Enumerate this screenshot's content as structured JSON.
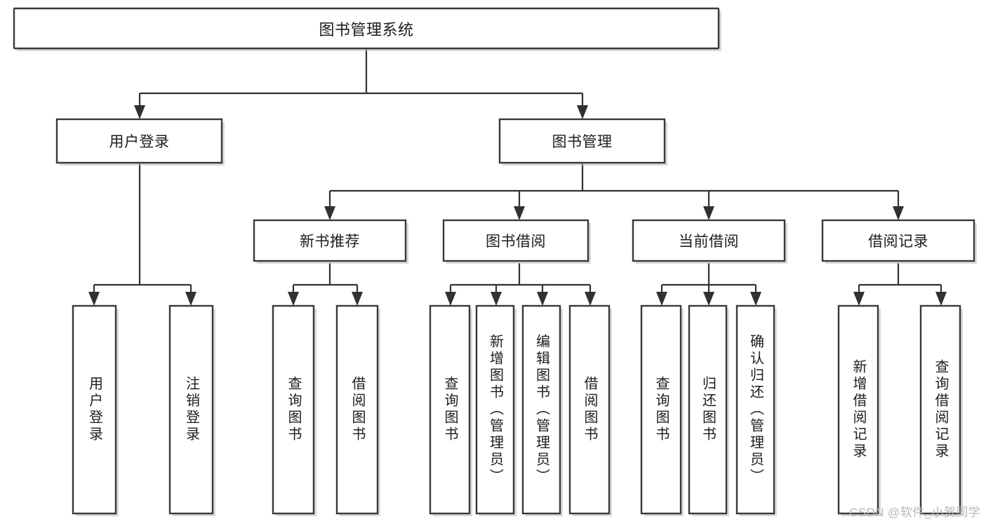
{
  "diagram": {
    "type": "tree-hierarchy-chart",
    "title": "图书管理系统",
    "orientation": "top-down",
    "line_color": "#2f3234",
    "box_fill": "#ffffff",
    "box_stroke": "#36393b",
    "text_color": "#1b1d1f",
    "background": "#ffffff"
  },
  "nodes": {
    "root": {
      "id": "root",
      "label": "图书管理系统",
      "level": 0,
      "orientation": "horizontal"
    },
    "user_login": {
      "id": "user-login",
      "label": "用户登录",
      "level": 1,
      "orientation": "horizontal"
    },
    "book_manage": {
      "id": "book-manage",
      "label": "图书管理",
      "level": 1,
      "orientation": "horizontal"
    },
    "new_book_rec": {
      "id": "new-book-recommend",
      "label": "新书推荐",
      "level": 2,
      "orientation": "horizontal"
    },
    "book_borrow": {
      "id": "book-borrow",
      "label": "图书借阅",
      "level": 2,
      "orientation": "horizontal"
    },
    "current_borrow": {
      "id": "current-borrow",
      "label": "当前借阅",
      "level": 2,
      "orientation": "horizontal"
    },
    "borrow_record": {
      "id": "borrow-record",
      "label": "借阅记录",
      "level": 2,
      "orientation": "horizontal"
    },
    "leaf_user_login": {
      "id": "leaf-user-login",
      "label": "用户登录",
      "level": 2,
      "orientation": "vertical"
    },
    "leaf_logout": {
      "id": "leaf-logout",
      "label": "注销登录",
      "level": 2,
      "orientation": "vertical"
    },
    "leaf_query_book_a": {
      "id": "leaf-query-book-a",
      "label": "查询图书",
      "level": 3,
      "orientation": "vertical"
    },
    "leaf_borrow_book_a": {
      "id": "leaf-borrow-book-a",
      "label": "借阅图书",
      "level": 3,
      "orientation": "vertical"
    },
    "leaf_query_book_b": {
      "id": "leaf-query-book-b",
      "label": "查询图书",
      "level": 3,
      "orientation": "vertical"
    },
    "leaf_add_book": {
      "id": "leaf-add-book",
      "label": "新增图书（管理员）",
      "level": 3,
      "orientation": "vertical"
    },
    "leaf_edit_book": {
      "id": "leaf-edit-book",
      "label": "编辑图书（管理员）",
      "level": 3,
      "orientation": "vertical"
    },
    "leaf_borrow_book_b": {
      "id": "leaf-borrow-book-b",
      "label": "借阅图书",
      "level": 3,
      "orientation": "vertical"
    },
    "leaf_query_book_c": {
      "id": "leaf-query-book-c",
      "label": "查询图书",
      "level": 3,
      "orientation": "vertical"
    },
    "leaf_return_book": {
      "id": "leaf-return-book",
      "label": "归还图书",
      "level": 3,
      "orientation": "vertical"
    },
    "leaf_confirm_return": {
      "id": "leaf-confirm-return",
      "label": "确认归还（管理员）",
      "level": 3,
      "orientation": "vertical"
    },
    "leaf_add_record": {
      "id": "leaf-add-record",
      "label": "新增借阅记录",
      "level": 3,
      "orientation": "vertical"
    },
    "leaf_query_record": {
      "id": "leaf-query-record",
      "label": "查询借阅记录",
      "level": 3,
      "orientation": "vertical"
    }
  },
  "edges": [
    {
      "from": "root",
      "to": "user_login"
    },
    {
      "from": "root",
      "to": "book_manage"
    },
    {
      "from": "user_login",
      "to": "leaf_user_login"
    },
    {
      "from": "user_login",
      "to": "leaf_logout"
    },
    {
      "from": "book_manage",
      "to": "new_book_rec"
    },
    {
      "from": "book_manage",
      "to": "book_borrow"
    },
    {
      "from": "book_manage",
      "to": "current_borrow"
    },
    {
      "from": "book_manage",
      "to": "borrow_record"
    },
    {
      "from": "new_book_rec",
      "to": "leaf_query_book_a"
    },
    {
      "from": "new_book_rec",
      "to": "leaf_borrow_book_a"
    },
    {
      "from": "book_borrow",
      "to": "leaf_query_book_b"
    },
    {
      "from": "book_borrow",
      "to": "leaf_add_book"
    },
    {
      "from": "book_borrow",
      "to": "leaf_edit_book"
    },
    {
      "from": "book_borrow",
      "to": "leaf_borrow_book_b"
    },
    {
      "from": "current_borrow",
      "to": "leaf_query_book_c"
    },
    {
      "from": "current_borrow",
      "to": "leaf_return_book"
    },
    {
      "from": "current_borrow",
      "to": "leaf_confirm_return"
    },
    {
      "from": "borrow_record",
      "to": "leaf_add_record"
    },
    {
      "from": "borrow_record",
      "to": "leaf_query_record"
    }
  ],
  "watermark": {
    "text": "CSDN @软件_小贺同学"
  }
}
